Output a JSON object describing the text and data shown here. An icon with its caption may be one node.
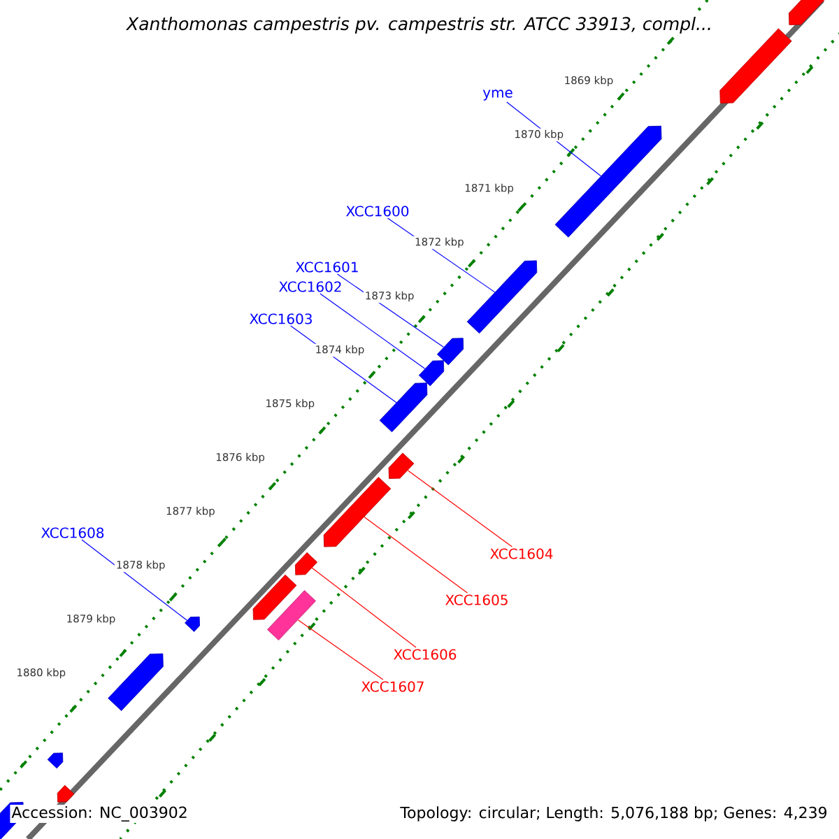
{
  "diagram": {
    "title": "Xanthomonas campestris pv. campestris str. ATCC 33913, compl...",
    "nodes": [
      {
        "text": [
          "yme"
        ]
      },
      {
        "text": [
          "XCC1600"
        ]
      },
      {
        "text": [
          "XCC1601"
        ]
      },
      {
        "text": [
          "XCC1602"
        ]
      },
      {
        "text": [
          "XCC1603"
        ]
      },
      {
        "text": [
          "XCC1608"
        ]
      },
      {
        "text": [
          "XCC1604"
        ]
      },
      {
        "text": [
          "XCC1605"
        ]
      },
      {
        "text": [
          "XCC1606"
        ]
      },
      {
        "text": [
          "XCC1607"
        ]
      },
      {
        "text": [],
        "shape": "arrow"
      },
      {
        "text": [],
        "shape": "arrow"
      },
      {
        "text": [],
        "shape": "arrow"
      },
      {
        "text": [],
        "shape": "arrow"
      },
      {
        "text": [],
        "shape": "arrow"
      },
      {
        "text": [],
        "shape": "arrow"
      },
      {
        "text": [],
        "shape": "arrow"
      },
      {
        "text": [],
        "shape": "arrow"
      },
      {
        "text": [],
        "shape": "arrow"
      },
      {
        "text": [],
        "shape": "arrow"
      },
      {
        "text": [],
        "shape": "arrow"
      },
      {
        "text": [],
        "shape": "bar"
      },
      {
        "text": [],
        "shape": "arrow"
      },
      {
        "text": [],
        "shape": "arrow"
      },
      {
        "text": [],
        "shape": "arrow"
      },
      {
        "text": [],
        "shape": "arrow"
      },
      {
        "text": [],
        "shape": "arrow"
      }
    ],
    "edges": [
      {
        "from": 0,
        "to": 12,
        "arrow": "none"
      },
      {
        "from": 1,
        "to": 13,
        "arrow": "none"
      },
      {
        "from": 2,
        "to": 14,
        "arrow": "none"
      },
      {
        "from": 3,
        "to": 15,
        "arrow": "none"
      },
      {
        "from": 4,
        "to": 16,
        "arrow": "none"
      },
      {
        "from": 5,
        "to": 22,
        "arrow": "none"
      },
      {
        "from": 6,
        "to": 17,
        "arrow": "none",
        "color": "#ff0000"
      },
      {
        "from": 7,
        "to": 18,
        "arrow": "none",
        "color": "#ff0000"
      },
      {
        "from": 8,
        "to": 19,
        "arrow": "none",
        "color": "#ff0000"
      },
      {
        "from": 9,
        "to": 21,
        "arrow": "none",
        "color": "#ff0000"
      }
    ],
    "labels": [
      "1869 kbp",
      "1870 kbp",
      "1871 kbp",
      "1872 kbp",
      "1873 kbp",
      "1874 kbp",
      "1875 kbp",
      "1876 kbp",
      "1877 kbp",
      "1878 kbp",
      "1879 kbp",
      "1880 kbp",
      "Accession: NC_003902",
      "Topology: circular; Length: 5,076,188 bp; Genes: 4,239"
    ]
  }
}
